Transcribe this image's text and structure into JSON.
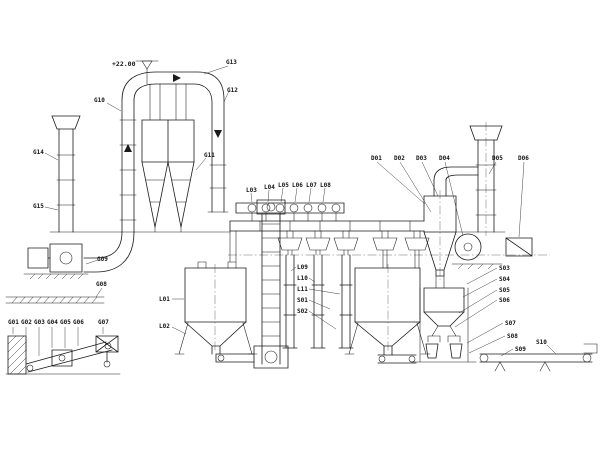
{
  "palette": {
    "ink": "#1b1b1b",
    "background": "#ffffff"
  },
  "drawing": {
    "elevation_mark": "+22.00"
  },
  "labels": {
    "g01": "G01",
    "g02": "G02",
    "g03": "G03",
    "g04": "G04",
    "g05": "G05",
    "g06": "G06",
    "g07": "G07",
    "g08": "G08",
    "g09": "G09",
    "g10": "G10",
    "g11": "G11",
    "g12": "G12",
    "g13": "G13",
    "g14": "G14",
    "g15": "G15",
    "l01": "L01",
    "l02": "L02",
    "l03": "L03",
    "l04": "L04",
    "l05": "L05",
    "l06": "L06",
    "l07": "L07",
    "l08": "L08",
    "l09": "L09",
    "l10": "L10",
    "l11": "L11",
    "d01": "D01",
    "d02": "D02",
    "d03": "D03",
    "d04": "D04",
    "d05": "D05",
    "d06": "D06",
    "s01": "S01",
    "s02": "S02",
    "s03": "S03",
    "s04": "S04",
    "s05": "S05",
    "s06": "S06",
    "s07": "S07",
    "s08": "S08",
    "s09": "S09",
    "s10": "S10"
  }
}
